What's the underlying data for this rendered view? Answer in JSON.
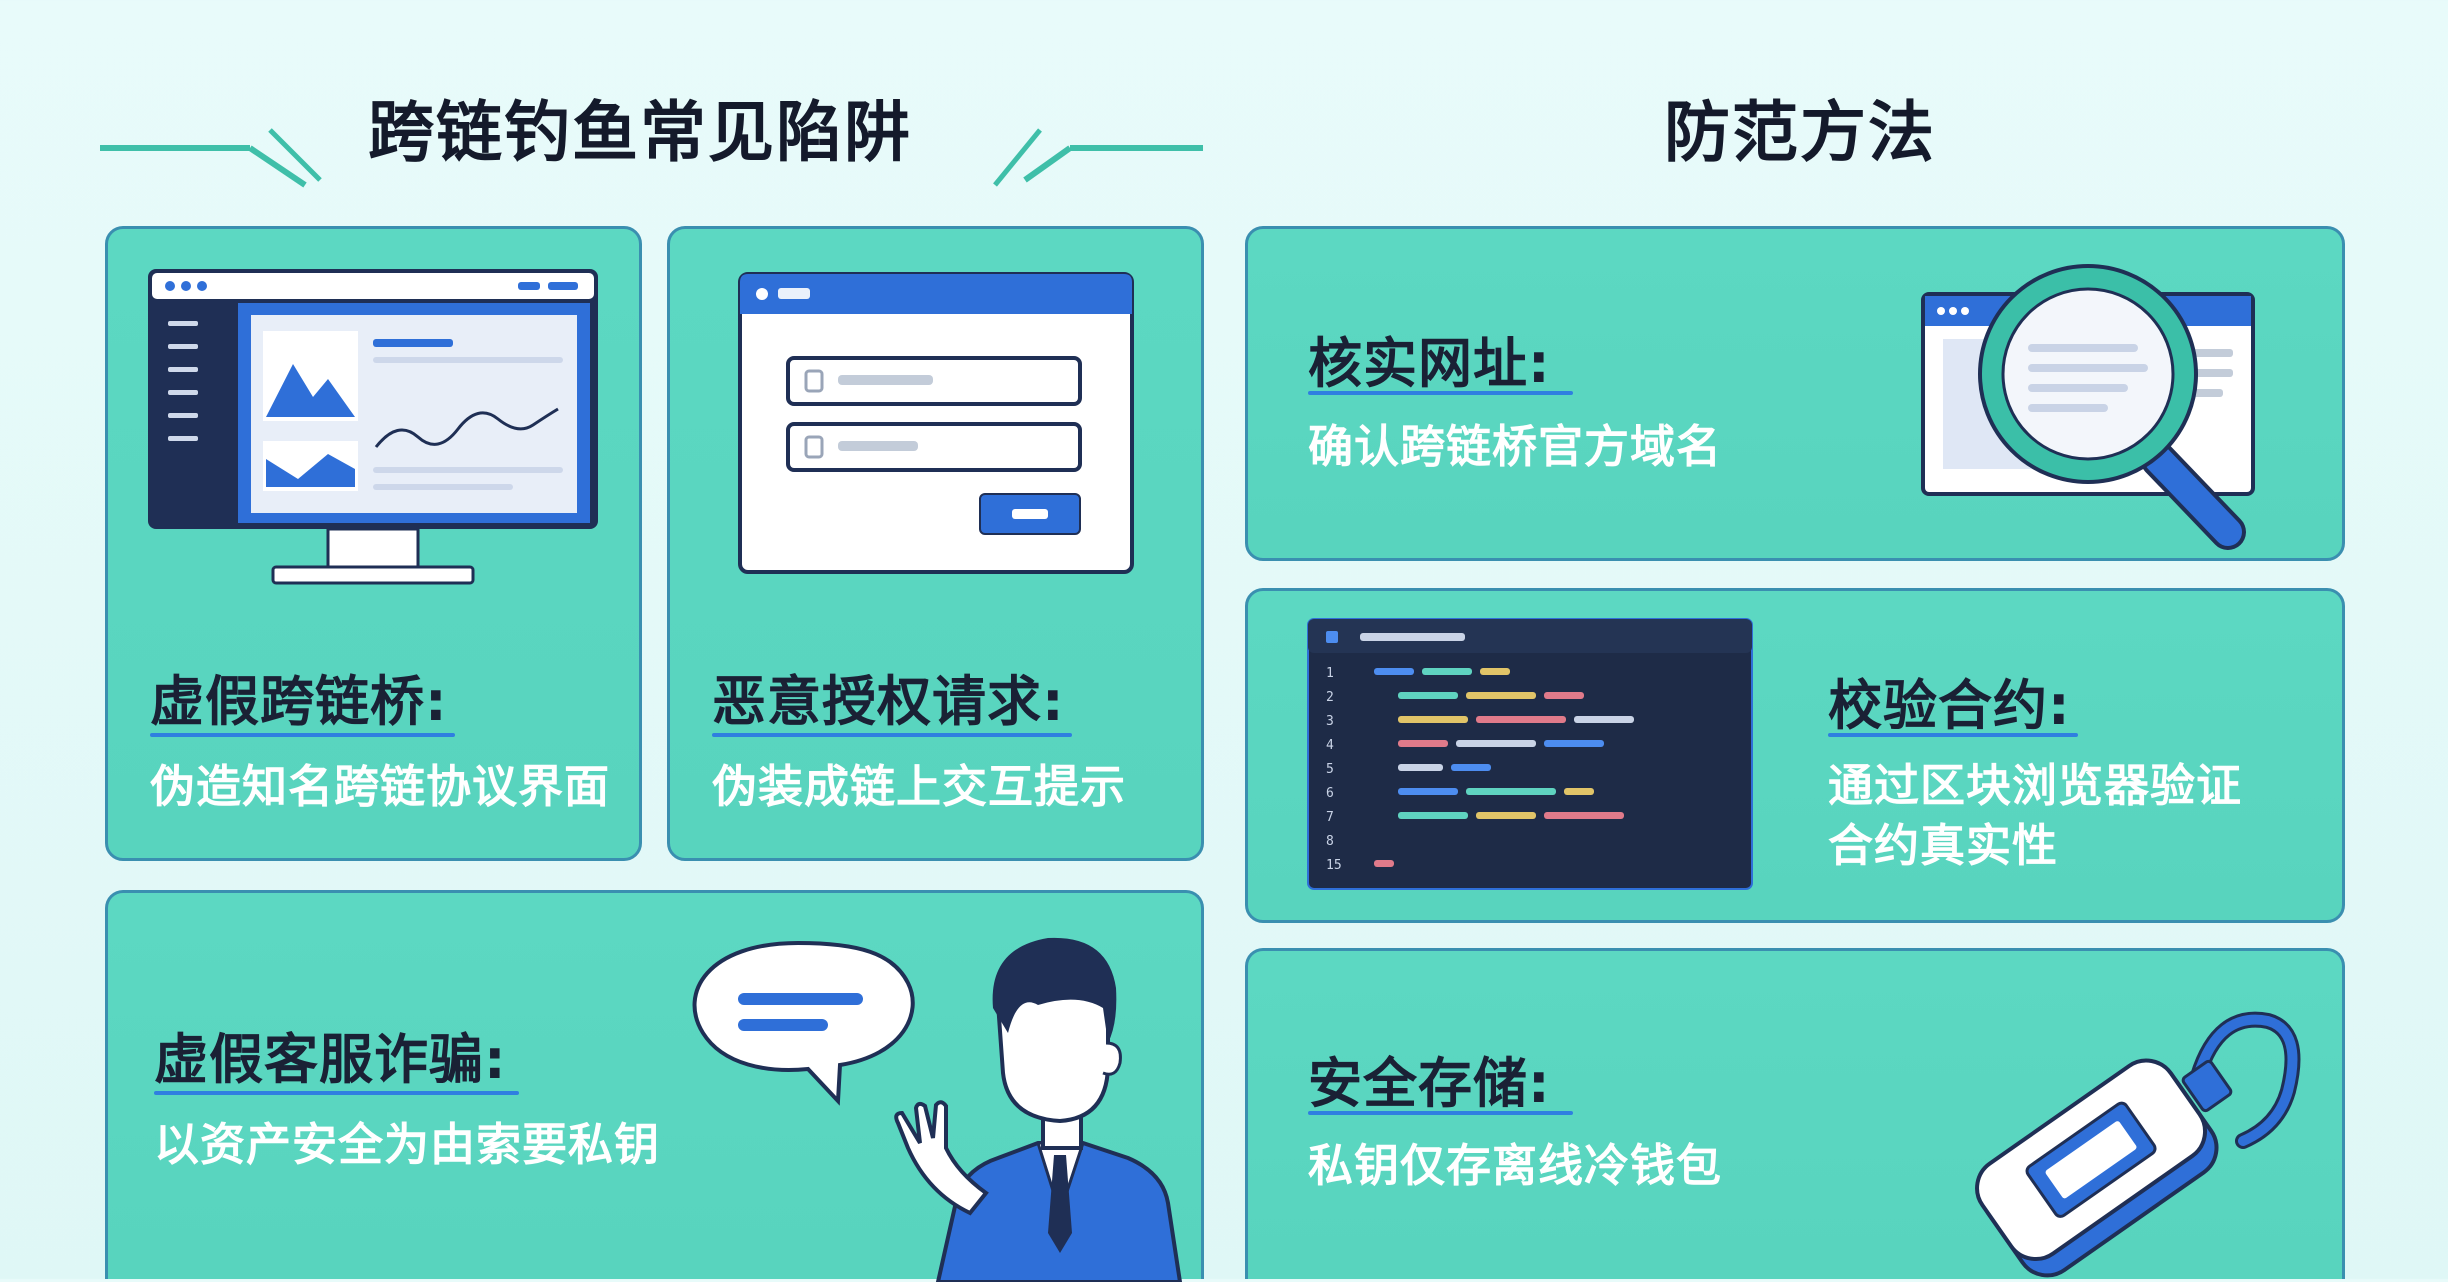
{
  "left_heading": "跨链钓鱼常见陷阱",
  "right_heading": "防范方法",
  "pitfalls": [
    {
      "title": "虚假跨链桥:",
      "desc": "伪造知名跨链协议界面",
      "icon": "monitor-icon"
    },
    {
      "title": "恶意授权请求:",
      "desc": "伪装成链上交互提示",
      "icon": "login-window-icon"
    },
    {
      "title": "虚假客服诈骗:",
      "desc": "以资产安全为由索要私钥",
      "icon": "customer-service-person-icon"
    }
  ],
  "methods": [
    {
      "title": "核实网址:",
      "desc": "确认跨链桥官方域名",
      "icon": "magnifier-browser-icon"
    },
    {
      "title": "校验合约:",
      "desc_lines": [
        "通过区块浏览器验证",
        "合约真实性"
      ],
      "icon": "code-window-icon"
    },
    {
      "title": "安全存储:",
      "desc": "私钥仅存离线冷钱包",
      "icon": "hardware-wallet-icon"
    }
  ],
  "code_window": {
    "line_numbers": [
      "1",
      "2",
      "3",
      "4",
      "5",
      "6",
      "7",
      "8",
      "15"
    ]
  },
  "colors": {
    "card_fill": "#5cd8c2",
    "card_border": "#3a8fb0",
    "accent_blue": "#2f6fd8",
    "navy": "#1f2f55",
    "underline": "#2f7fe0"
  }
}
